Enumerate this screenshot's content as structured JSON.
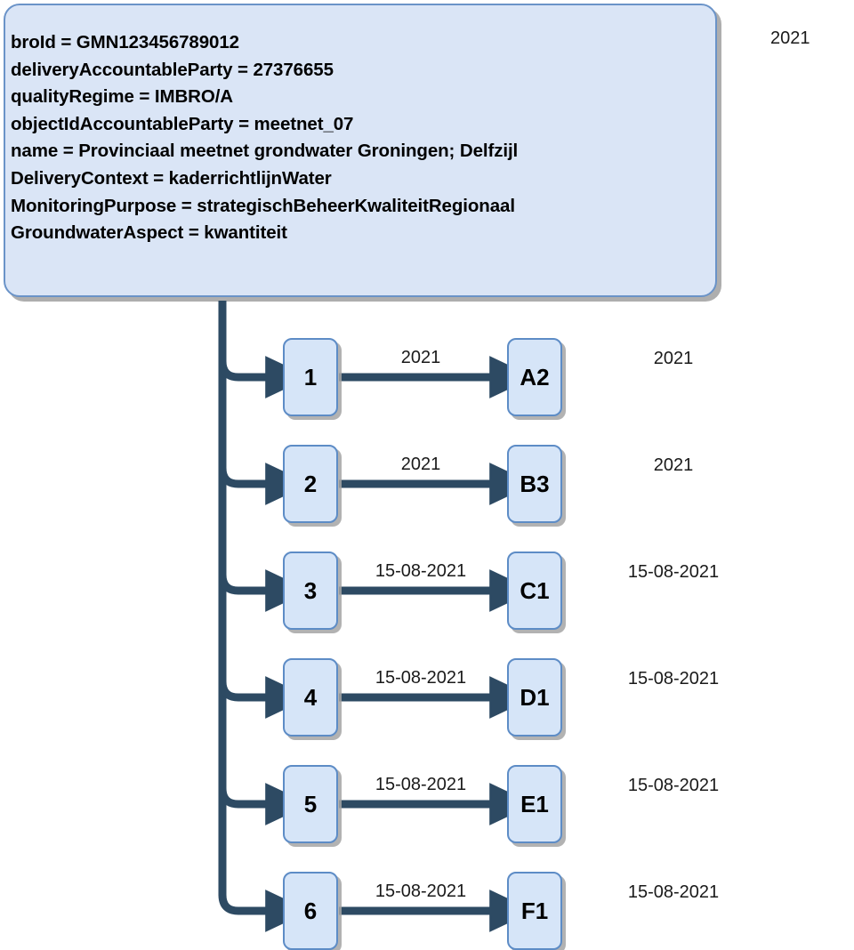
{
  "main_box": {
    "attributes": [
      "broId = GMN123456789012",
      "deliveryAccountableParty = 27376655",
      "qualityRegime = IMBRO/A",
      "objectIdAccountableParty = meetnet_07",
      "name = Provinciaal meetnet grondwater Groningen; Delfzijl",
      "DeliveryContext = kaderrichtlijnWater",
      "MonitoringPurpose = strategischBeheerKwaliteitRegionaal",
      "GroundwaterAspect = kwantiteit"
    ]
  },
  "corner_label": "2021",
  "rows": [
    {
      "source": "1",
      "edge_label": "2021",
      "target": "A2",
      "tail_label": "2021"
    },
    {
      "source": "2",
      "edge_label": "2021",
      "target": "B3",
      "tail_label": "2021"
    },
    {
      "source": "3",
      "edge_label": "15-08-2021",
      "target": "C1",
      "tail_label": "15-08-2021"
    },
    {
      "source": "4",
      "edge_label": "15-08-2021",
      "target": "D1",
      "tail_label": "15-08-2021"
    },
    {
      "source": "5",
      "edge_label": "15-08-2021",
      "target": "E1",
      "tail_label": "15-08-2021"
    },
    {
      "source": "6",
      "edge_label": "15-08-2021",
      "target": "F1",
      "tail_label": "15-08-2021"
    }
  ],
  "colors": {
    "box_fill": "#dae5f6",
    "node_fill": "#d6e5f8",
    "box_border": "#6a93c8",
    "node_border": "#5d8cc6",
    "connector": "#2d4a63",
    "shadow": "#a5a5a5",
    "text": "#000000",
    "background": "#ffffff"
  }
}
